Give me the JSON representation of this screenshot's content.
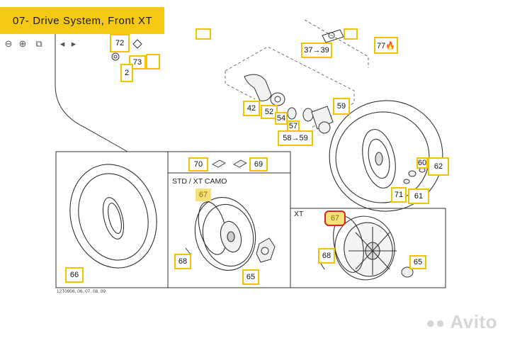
{
  "header": {
    "title": "07- Drive System, Front XT"
  },
  "toolbar": {
    "zoom_out_icon": "zoom-out-icon",
    "zoom_in_icon": "zoom-in-icon",
    "fit_icon": "fit-page-icon",
    "prev_icon": "prev-page-icon",
    "next_icon": "next-page-icon"
  },
  "callouts": {
    "c72": "72",
    "c73": "73",
    "c2": "2",
    "c37_39": "37→39",
    "c77": "77🔥",
    "c59": "59",
    "c42": "42",
    "c52": "52",
    "c54": "54",
    "c57": "57",
    "c58_59": "58→59",
    "c60": "60",
    "c62": "62",
    "c71": "71",
    "c61": "61",
    "c70": "70",
    "c69": "69",
    "c67_std": "67",
    "c68_std": "68",
    "c65_std": "65",
    "c67_xt": "67",
    "c68_xt": "68",
    "c65_xt": "65",
    "c66": "66"
  },
  "panels": {
    "std_label": "STD / XT CAMO",
    "xt_label": "XT"
  },
  "figure_code": "12T0906, 06, 07, 08, 09",
  "watermark": "Avito",
  "colors": {
    "callout_border": "#f2c400",
    "banner": "#f5c814",
    "highlight_ring": "#e0221f"
  }
}
